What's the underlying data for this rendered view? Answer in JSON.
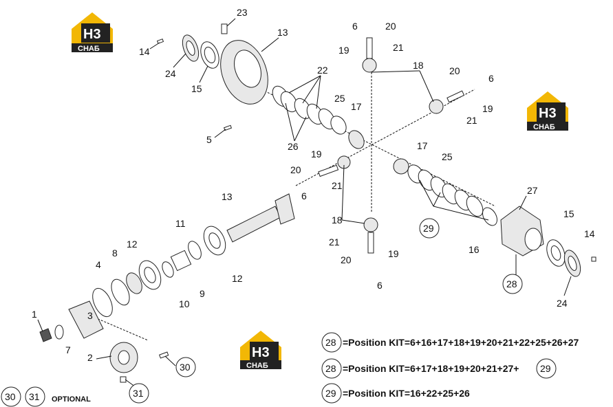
{
  "brand": {
    "logo_main": "H3",
    "logo_sub": "CHAБ"
  },
  "callouts": [
    {
      "id": "c23",
      "text": "23"
    },
    {
      "id": "c13a",
      "text": "13"
    },
    {
      "id": "c14a",
      "text": "14"
    },
    {
      "id": "c24a",
      "text": "24"
    },
    {
      "id": "c15a",
      "text": "15"
    },
    {
      "id": "c5",
      "text": "5"
    },
    {
      "id": "c22",
      "text": "22"
    },
    {
      "id": "c25a",
      "text": "25"
    },
    {
      "id": "c26",
      "text": "26"
    },
    {
      "id": "c17a",
      "text": "17"
    },
    {
      "id": "c6a",
      "text": "6"
    },
    {
      "id": "c20a",
      "text": "20"
    },
    {
      "id": "c19a",
      "text": "19"
    },
    {
      "id": "c21a",
      "text": "21"
    },
    {
      "id": "c18a",
      "text": "18"
    },
    {
      "id": "c20b",
      "text": "20"
    },
    {
      "id": "c6b",
      "text": "6"
    },
    {
      "id": "c19b",
      "text": "19"
    },
    {
      "id": "c21b",
      "text": "21"
    },
    {
      "id": "c19c",
      "text": "19"
    },
    {
      "id": "c20c",
      "text": "20"
    },
    {
      "id": "c21c",
      "text": "21"
    },
    {
      "id": "c6c",
      "text": "6"
    },
    {
      "id": "c17b",
      "text": "17"
    },
    {
      "id": "c25b",
      "text": "25"
    },
    {
      "id": "c13b",
      "text": "13"
    },
    {
      "id": "c11",
      "text": "11"
    },
    {
      "id": "c12a",
      "text": "12"
    },
    {
      "id": "c8",
      "text": "8"
    },
    {
      "id": "c4",
      "text": "4"
    },
    {
      "id": "c12b",
      "text": "12"
    },
    {
      "id": "c10",
      "text": "10"
    },
    {
      "id": "c9",
      "text": "9"
    },
    {
      "id": "c18b",
      "text": "18"
    },
    {
      "id": "c21d",
      "text": "21"
    },
    {
      "id": "c19d",
      "text": "19"
    },
    {
      "id": "c20d",
      "text": "20"
    },
    {
      "id": "c6d",
      "text": "6"
    },
    {
      "id": "c27",
      "text": "27"
    },
    {
      "id": "c15b",
      "text": "15"
    },
    {
      "id": "c14b",
      "text": "14"
    },
    {
      "id": "c16",
      "text": "16"
    },
    {
      "id": "c24b",
      "text": "24"
    },
    {
      "id": "c1",
      "text": "1"
    },
    {
      "id": "c7",
      "text": "7"
    },
    {
      "id": "c2",
      "text": "2"
    },
    {
      "id": "c3",
      "text": "3"
    }
  ],
  "circled": [
    {
      "id": "k29a",
      "text": "29"
    },
    {
      "id": "k28a",
      "text": "28"
    },
    {
      "id": "k30a",
      "text": "30"
    },
    {
      "id": "k31a",
      "text": "31"
    },
    {
      "id": "k30b",
      "text": "30"
    },
    {
      "id": "k31b",
      "text": "31"
    }
  ],
  "kits": [
    {
      "num": "28",
      "text": "=Position KIT=6+16+17+18+19+20+21+22+25+26+27"
    },
    {
      "num": "28",
      "text": "=Position KIT=6+17+18+19+20+21+27+",
      "suffix": "29"
    },
    {
      "num": "29",
      "text": "=Position KIT=16+22+25+26"
    }
  ],
  "optional_label": "OPTIONAL"
}
